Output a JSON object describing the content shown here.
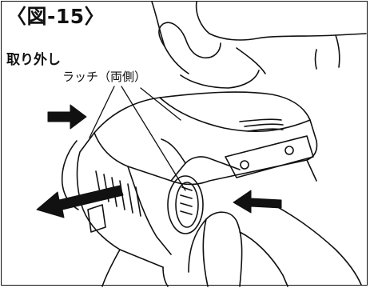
{
  "figure": {
    "title": "〈図-15〉",
    "subtitle": "取り外し",
    "callout": "ラッチ（両側）"
  }
}
